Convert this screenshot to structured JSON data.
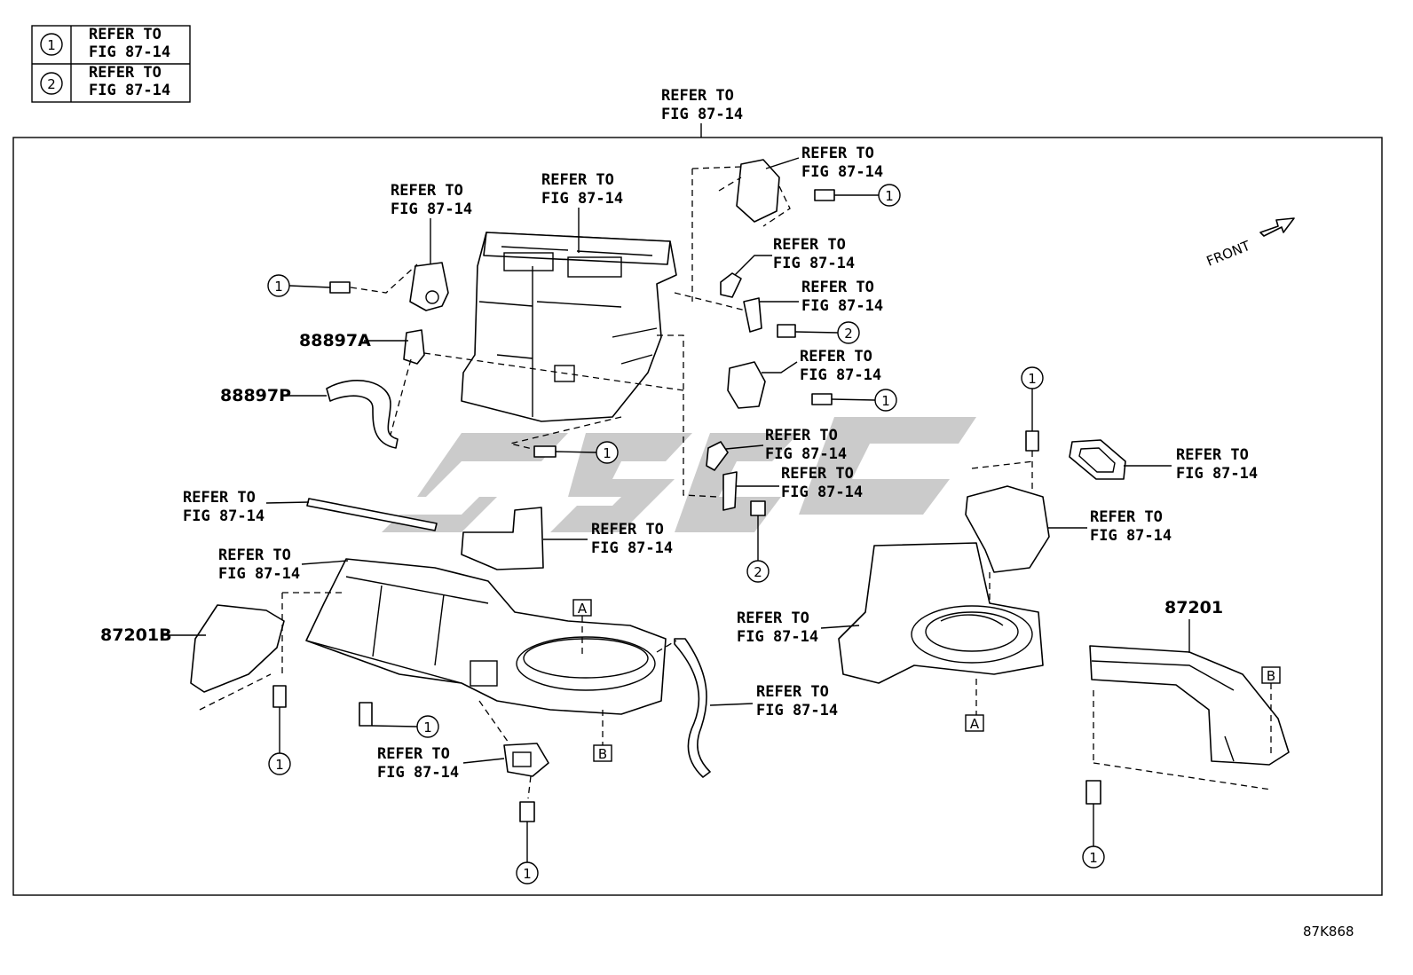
{
  "legend": [
    {
      "num": "1",
      "line1": "REFER TO",
      "line2": "FIG 87-14"
    },
    {
      "num": "2",
      "line1": "REFER TO",
      "line2": "FIG 87-14"
    }
  ],
  "refer": {
    "top": {
      "line1": "REFER TO",
      "line2": "FIG 87-14"
    },
    "actuator_l": {
      "line1": "REFER TO",
      "line2": "FIG 87-14"
    },
    "case_top": {
      "line1": "REFER TO",
      "line2": "FIG 87-14"
    },
    "act_r1": {
      "line1": "REFER TO",
      "line2": "FIG 87-14"
    },
    "link_r1": {
      "line1": "REFER TO",
      "line2": "FIG 87-14"
    },
    "link_r2": {
      "line1": "REFER TO",
      "line2": "FIG 87-14"
    },
    "act_r2": {
      "line1": "REFER TO",
      "line2": "FIG 87-14"
    },
    "link_r3": {
      "line1": "REFER TO",
      "line2": "FIG 87-14"
    },
    "link_r4": {
      "line1": "REFER TO",
      "line2": "FIG 87-14"
    },
    "gasket": {
      "line1": "REFER TO",
      "line2": "FIG 87-14"
    },
    "duct_r": {
      "line1": "REFER TO",
      "line2": "FIG 87-14"
    },
    "seal": {
      "line1": "REFER TO",
      "line2": "FIG 87-14"
    },
    "case_low": {
      "line1": "REFER TO",
      "line2": "FIG 87-14"
    },
    "duct_mid": {
      "line1": "REFER TO",
      "line2": "FIG 87-14"
    },
    "blower": {
      "line1": "REFER TO",
      "line2": "FIG 87-14"
    },
    "hose": {
      "line1": "REFER TO",
      "line2": "FIG 87-14"
    },
    "sensor": {
      "line1": "REFER TO",
      "line2": "FIG 87-14"
    }
  },
  "parts": {
    "p1": "88897A",
    "p2": "88897P",
    "p3": "87201B",
    "p4": "87201"
  },
  "refs": {
    "a": "A",
    "b": "B"
  },
  "front_label": "FRONT",
  "figure_id": "87K868",
  "callout_1": "1",
  "callout_2": "2"
}
